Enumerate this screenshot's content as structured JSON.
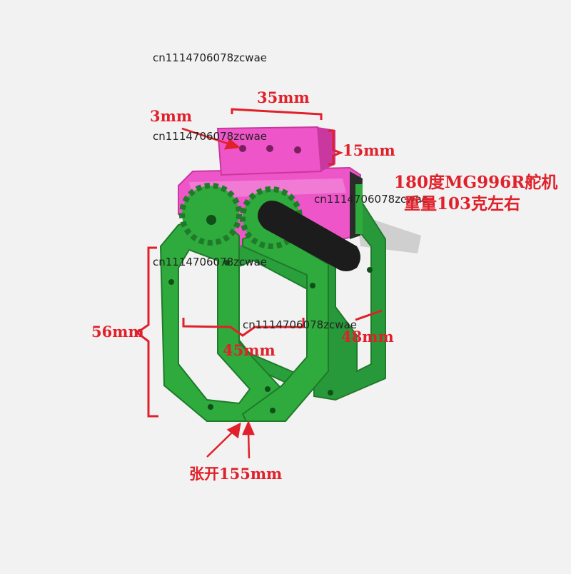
{
  "watermark": "cn1114706078zcwae",
  "dimensions": {
    "width_top": "35mm",
    "hole": "3mm",
    "height_top": "15mm",
    "height_left": "56mm",
    "width_mid": "45mm",
    "depth": "48mm",
    "opening": "张开155mm"
  },
  "servo_note": {
    "line1": "180度MG996R舵机",
    "line2": "重量103克左右"
  },
  "colors": {
    "bracket": "#ee55c8",
    "bracket_dark": "#c8389f",
    "jaw": "#2faa3c",
    "jaw_dark": "#1f7a2a",
    "horn": "#1c1c1c",
    "annotation": "#e0202a"
  }
}
